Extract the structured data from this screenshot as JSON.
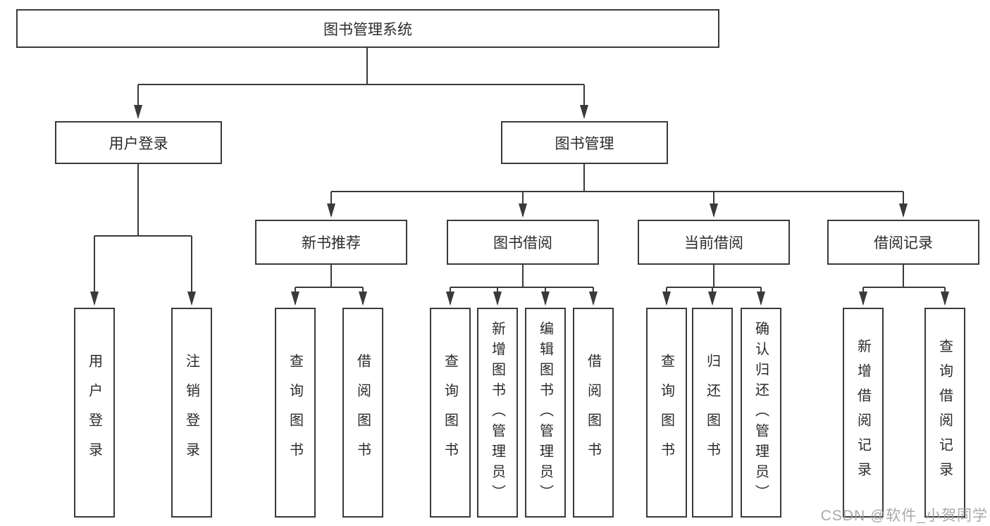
{
  "nodes": {
    "root": {
      "label": "图书管理系统"
    },
    "user_login": {
      "label": "用户登录"
    },
    "book_mgmt": {
      "label": "图书管理"
    },
    "new_book_rec": {
      "label": "新书推荐"
    },
    "book_borrow": {
      "label": "图书借阅"
    },
    "current_borrow": {
      "label": "当前借阅"
    },
    "borrow_records": {
      "label": "借阅记录"
    },
    "leaf_user_login": {
      "label": "用户登录"
    },
    "leaf_logout": {
      "label": "注销登录"
    },
    "leaf_query_book_1": {
      "label": "查询图书"
    },
    "leaf_borrow_book_1": {
      "label": "借阅图书"
    },
    "leaf_query_book_2": {
      "label": "查询图书"
    },
    "leaf_add_book_admin": {
      "label": "新增图书（管理员）"
    },
    "leaf_edit_book_admin": {
      "label": "编辑图书（管理员）"
    },
    "leaf_borrow_book_2": {
      "label": "借阅图书"
    },
    "leaf_query_book_3": {
      "label": "查询图书"
    },
    "leaf_return_book": {
      "label": "归还图书"
    },
    "leaf_confirm_return_admin": {
      "label": "确认归还（管理员）"
    },
    "leaf_add_borrow_record": {
      "label": "新增借阅记录"
    },
    "leaf_query_borrow_record": {
      "label": "查询借阅记录"
    }
  },
  "colors": {
    "line": "#3a3a3a",
    "border": "#3a3a3a",
    "text": "#2b2b2b",
    "watermark": "#9e9e9e"
  },
  "watermark": "CSDN @软件_小贺同学"
}
